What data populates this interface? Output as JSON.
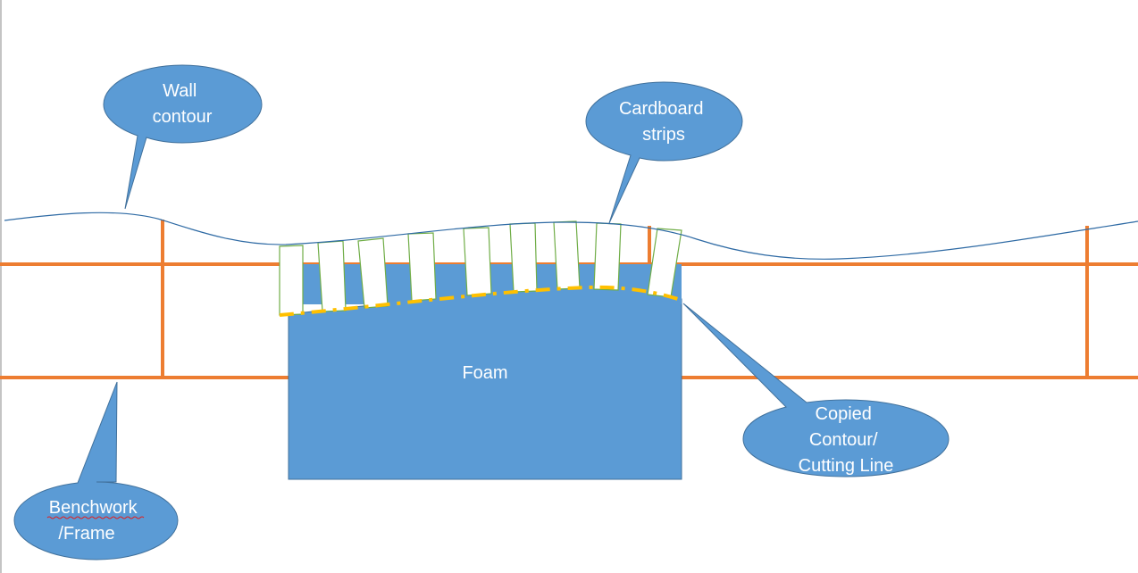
{
  "labels": {
    "wall_contour": [
      "Wall",
      "contour"
    ],
    "cardboard_strips": [
      "Cardboard",
      "strips"
    ],
    "foam": "Foam",
    "copied_contour": [
      "Copied",
      "Contour/",
      "Cutting Line"
    ],
    "benchwork": [
      "Benchwork",
      "/Frame"
    ]
  },
  "colors": {
    "callout_fill": "#5b9bd5",
    "callout_stroke": "#41719c",
    "frame": "#ed7d31",
    "foam": "#5b9bd5",
    "wall_line": "#2e6aa4",
    "strip_border": "#70ad47",
    "cutting_line": "#ffc000"
  }
}
